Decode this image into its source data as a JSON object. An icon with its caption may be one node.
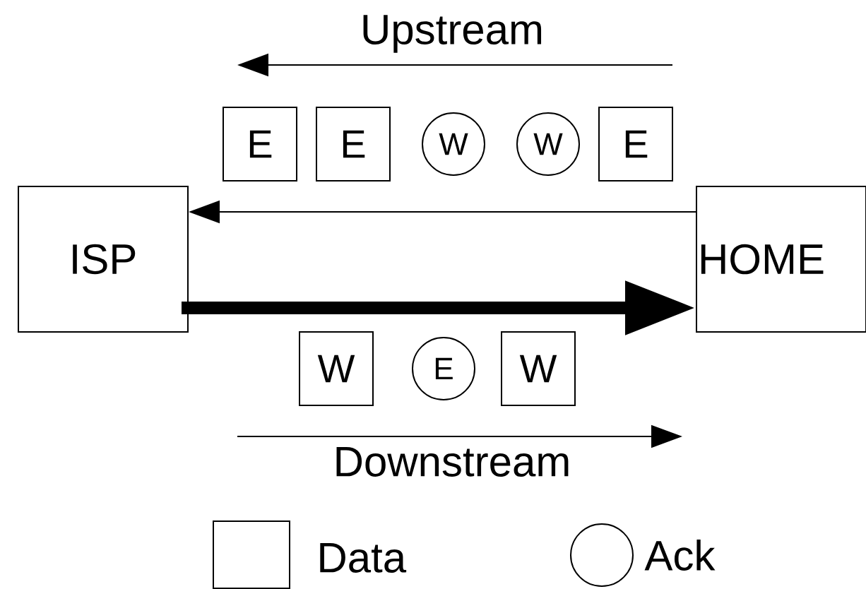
{
  "diagram": {
    "nodes": [
      {
        "text": [
          "ISP"
        ]
      },
      {
        "text": [
          "HOME"
        ]
      },
      {
        "text": [
          "E"
        ]
      },
      {
        "text": [
          "E"
        ]
      },
      {
        "text": [
          "W"
        ]
      },
      {
        "text": [
          "W"
        ]
      },
      {
        "text": [
          "E"
        ]
      },
      {
        "text": [
          "W"
        ]
      },
      {
        "text": [
          "E"
        ]
      },
      {
        "text": [
          "W"
        ]
      }
    ],
    "edges": [
      {
        "from": 1,
        "to": 0,
        "arrow": "to"
      },
      {
        "from": 0,
        "to": 1,
        "arrow": "to",
        "style": "thick"
      }
    ],
    "labels": [
      "Upstream",
      "Downstream"
    ],
    "legend": [
      {
        "text": "Data"
      },
      {
        "text": "Ack"
      }
    ]
  }
}
